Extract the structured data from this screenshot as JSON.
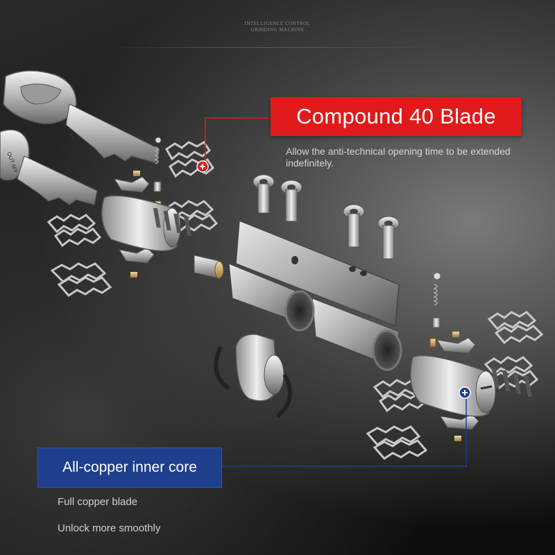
{
  "header": {
    "line1": "INTELLIGENCE CONTROL",
    "line2": "GRINDING MACHINE"
  },
  "callout_top": {
    "title": "Compound 40 Blade",
    "description": "Allow the anti-technical opening time to be extended indefinitely.",
    "color": "#e01a1a"
  },
  "callout_bottom": {
    "title": "All-copper inner core",
    "color": "#1e3f8c",
    "notes": [
      "Full copper blade",
      "Unlock more smoothly"
    ]
  },
  "key_brand": "OUT·MY"
}
